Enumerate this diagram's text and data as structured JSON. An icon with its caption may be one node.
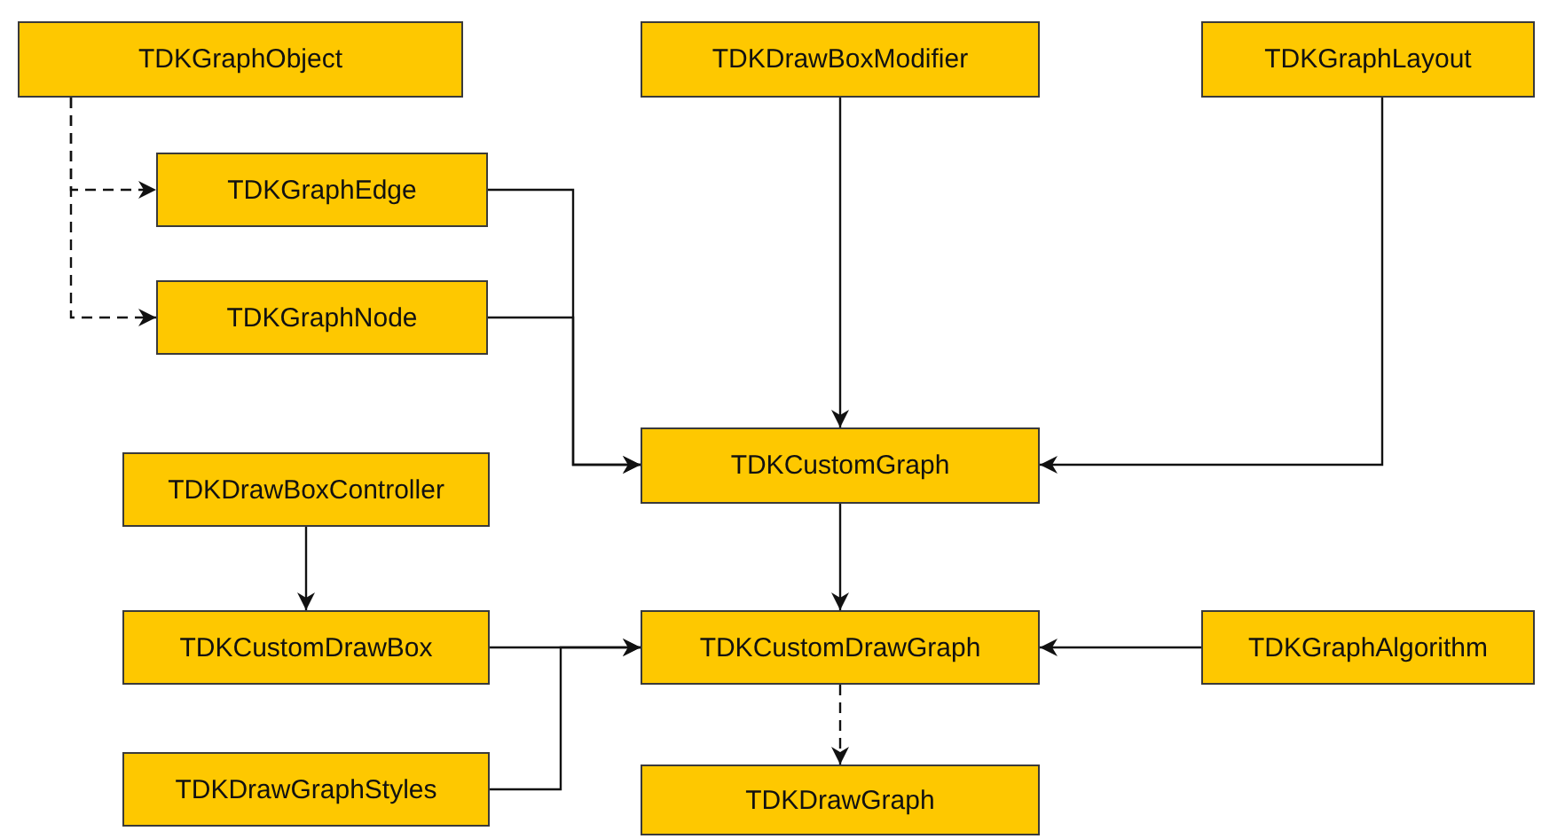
{
  "diagram": {
    "nodes": [
      {
        "text": [
          "TDKGraphObject"
        ]
      },
      {
        "text": [
          "TDKDrawBoxModifier"
        ]
      },
      {
        "text": [
          "TDKGraphLayout"
        ]
      },
      {
        "text": [
          "TDKGraphEdge"
        ]
      },
      {
        "text": [
          "TDKGraphNode"
        ]
      },
      {
        "text": [
          "TDKDrawBoxController"
        ]
      },
      {
        "text": [
          "TDKCustomGraph"
        ]
      },
      {
        "text": [
          "TDKCustomDrawBox"
        ]
      },
      {
        "text": [
          "TDKCustomDrawGraph"
        ]
      },
      {
        "text": [
          "TDKGraphAlgorithm"
        ]
      },
      {
        "text": [
          "TDKDrawGraphStyles"
        ]
      },
      {
        "text": [
          "TDKDrawGraph"
        ]
      }
    ],
    "edges": [
      {
        "from": 0,
        "to": 3,
        "arrow": "to",
        "style": "dashed"
      },
      {
        "from": 0,
        "to": 4,
        "arrow": "to",
        "style": "dashed"
      },
      {
        "from": 1,
        "to": 6,
        "arrow": "to"
      },
      {
        "from": 2,
        "to": 6,
        "arrow": "to"
      },
      {
        "from": 3,
        "to": 6,
        "arrow": "to"
      },
      {
        "from": 4,
        "to": 6,
        "arrow": "to"
      },
      {
        "from": 5,
        "to": 7,
        "arrow": "to"
      },
      {
        "from": 7,
        "to": 8,
        "arrow": "to"
      },
      {
        "from": 10,
        "to": 8,
        "arrow": "to"
      },
      {
        "from": 6,
        "to": 8,
        "arrow": "to"
      },
      {
        "from": 9,
        "to": 8,
        "arrow": "to"
      },
      {
        "from": 8,
        "to": 11,
        "arrow": "to",
        "style": "dashed"
      }
    ]
  }
}
